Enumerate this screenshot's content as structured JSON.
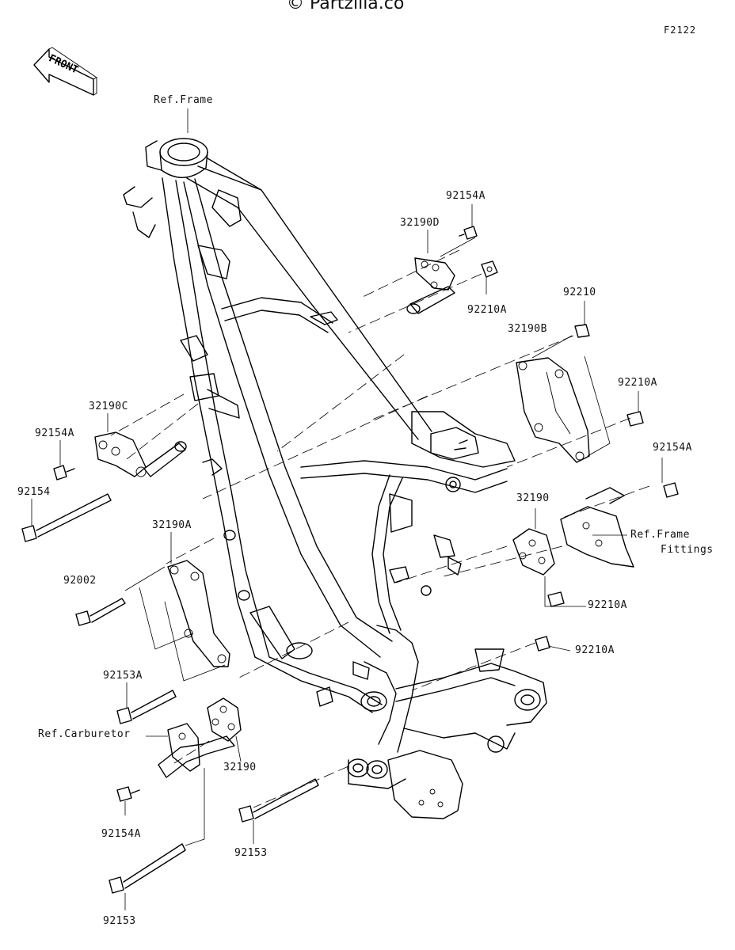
{
  "watermark": "© Partzilla.co",
  "diagram_code": "F2122",
  "front_arrow_label": "FRONT",
  "labels": {
    "ref_frame_top": "Ref.Frame",
    "p92154A_top": "92154A",
    "p32190D": "32190D",
    "p92210A_a": "92210A",
    "p92210": "92210",
    "p32190B": "32190B",
    "p92210A_b": "92210A",
    "p92154A_right": "92154A",
    "p32190C": "32190C",
    "p92154A_left": "92154A",
    "p92154": "92154",
    "p32190_right": "32190",
    "ref_frame_fittings_1": "Ref.Frame",
    "ref_frame_fittings_2": "Fittings",
    "p32190A": "32190A",
    "p92002": "92002",
    "p92210A_c": "92210A",
    "p92210A_d": "92210A",
    "p92153A": "92153A",
    "ref_carburetor": "Ref.Carburetor",
    "p32190_bottom": "32190",
    "p92154A_bottom": "92154A",
    "p92153_center": "92153",
    "p92153_bottom": "92153"
  }
}
